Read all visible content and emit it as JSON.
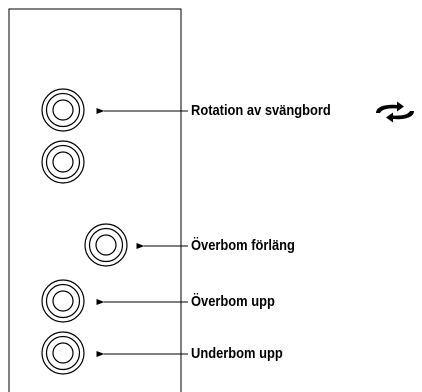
{
  "labels": {
    "rotation": "Rotation av svängbord",
    "upper_boom_extend": "Överbom förläng",
    "upper_boom_up": "Överbom upp",
    "lower_boom_up": "Underbom upp"
  },
  "icons": {
    "rotation": "rotation-arrows-icon",
    "knob": "control-knob-icon"
  }
}
